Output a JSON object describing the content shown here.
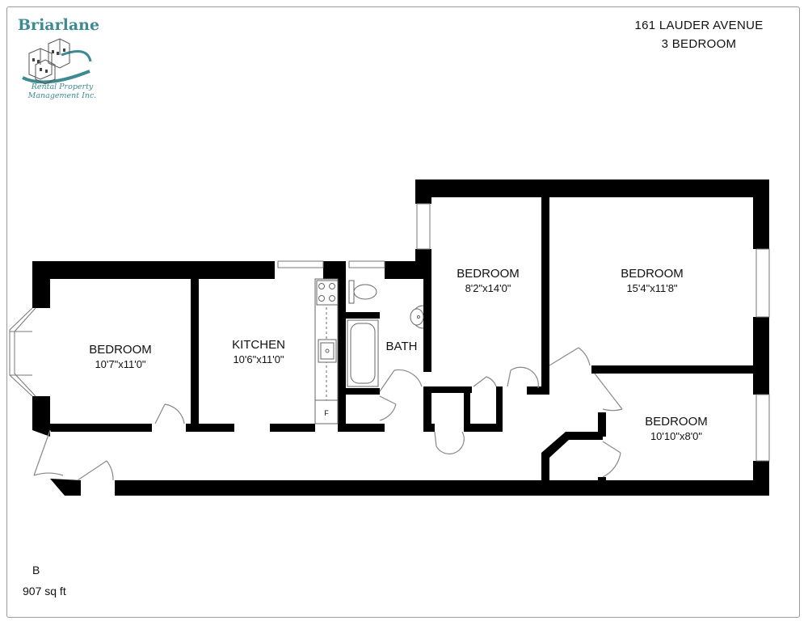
{
  "header": {
    "address": "161 LAUDER AVENUE",
    "bedrooms": "3 BEDROOM"
  },
  "logo": {
    "name": "Briarlane",
    "line1": "Rental Property",
    "line2": "Management Inc.",
    "brand_color": "#3d8a93"
  },
  "unit": {
    "label": "B",
    "area": "907 sq ft"
  },
  "rooms": [
    {
      "name": "BEDROOM",
      "dims": "10'7\"x11'0\""
    },
    {
      "name": "KITCHEN",
      "dims": "10'6\"x11'0\""
    },
    {
      "name": "BATH",
      "dims": ""
    },
    {
      "name": "BEDROOM",
      "dims": "8'2\"x14'0\""
    },
    {
      "name": "BEDROOM",
      "dims": "15'4\"x11'8\""
    },
    {
      "name": "BEDROOM",
      "dims": "10'10\"x8'0\""
    }
  ],
  "fridge_label": "F",
  "colors": {
    "wall": "#000000",
    "door": "#888888",
    "fixture": "#666666"
  }
}
